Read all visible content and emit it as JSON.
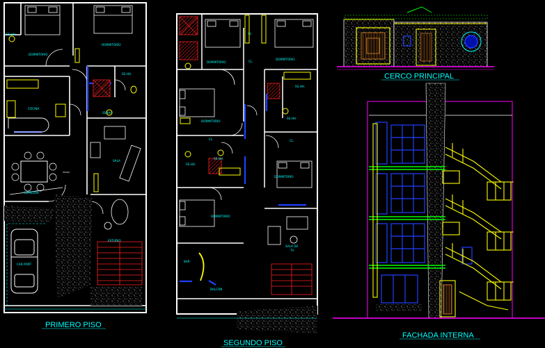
{
  "titles": {
    "primero": "PRIMERO PISO",
    "segundo": "SEGUNDO PISO",
    "cerco": "CERCO PRINCIPAL",
    "fachada": "FACHADA INTERNA"
  },
  "rooms_first": {
    "ssh1": "SS.HH.",
    "dorm1": "DORMITORIO",
    "dorm2": "DORMITORIO",
    "ssh2": "SS.HH.",
    "cocina": "COCINA",
    "ssh3": "SS.HH.",
    "sala": "SALA",
    "comedor": "COMEDOR",
    "estudio": "ESTUDIO",
    "carport": "CAR PORT"
  },
  "rooms_second": {
    "cl1": "CL.",
    "dorm1": "DORMITORIO",
    "dorm2": "DORMITORIO",
    "cl2": "CL.",
    "ssh1": "SS.HH.",
    "dorm3": "DORMITORIO",
    "ssh2": "SS.HH.",
    "cl3": "CL.",
    "cl4": "CL.",
    "ssh3": "SS.HH.",
    "ssh4": "SS.HH.",
    "dorm4": "DORMITORIO",
    "dorm5": "DORMITORIO",
    "salatv": "SALA DE",
    "salatv2": "TV",
    "bar": "BAR",
    "balcon": "BALCON"
  },
  "colors": {
    "background": "#000000",
    "walls": "#ffffff",
    "text": "#00ffff",
    "accent_yellow": "#ffff00",
    "accent_blue": "#2040ff",
    "accent_green": "#00ff00",
    "accent_magenta": "#ff00ff",
    "accent_red": "#ff2020"
  }
}
